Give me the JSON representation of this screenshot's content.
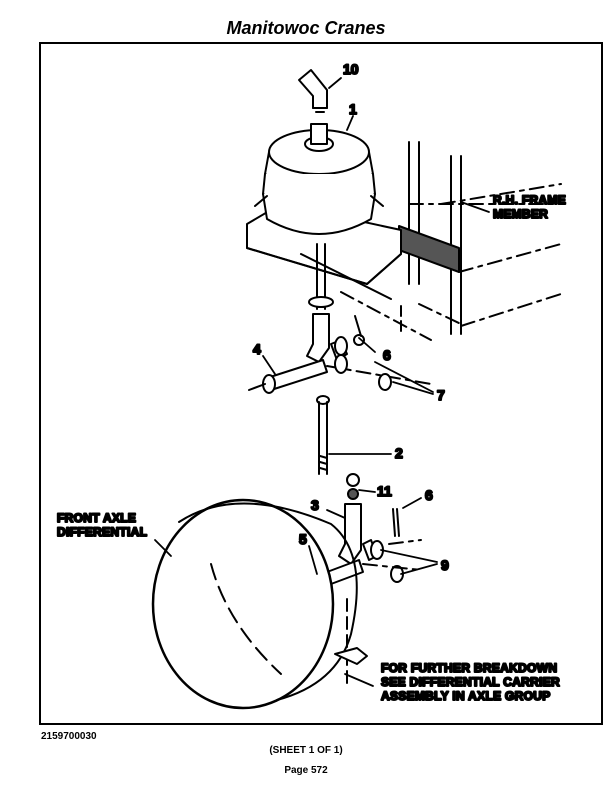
{
  "header": {
    "title": "Manitowoc Cranes"
  },
  "diagram": {
    "callouts": {
      "c10": "10",
      "c1": "1",
      "c4": "4",
      "c6a": "6",
      "c7": "7",
      "c2": "2",
      "c3": "3",
      "c11": "11",
      "c6b": "6",
      "c5": "5",
      "c9": "9"
    },
    "labels": {
      "frame_member_1": "R.H. FRAME",
      "frame_member_2": "MEMBER",
      "front_axle_1": "FRONT AXLE",
      "front_axle_2": "DIFFERENTIAL",
      "note_1": "FOR FURTHER BREAKDOWN",
      "note_2": "SEE DIFFERENTIAL CARRIER",
      "note_3": "ASSEMBLY IN AXLE GROUP"
    }
  },
  "footer": {
    "doc_number": "2159700030",
    "sheet": "(SHEET 1 OF 1)",
    "page": "Page 572"
  }
}
